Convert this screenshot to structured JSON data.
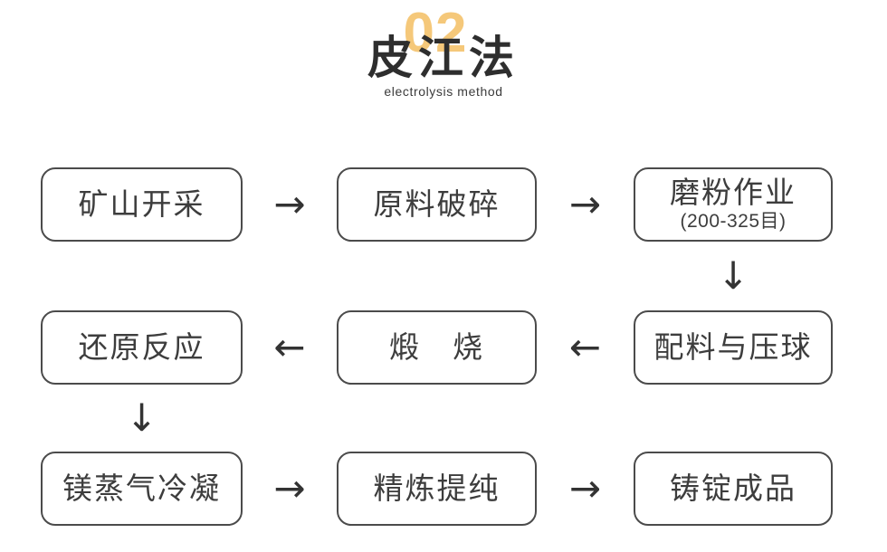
{
  "header": {
    "number": "02",
    "title": "皮江法",
    "subtitle": "electrolysis method",
    "colors": {
      "number": "#F5C87A",
      "title": "#2E2E2E",
      "subtitle": "#3B3B3B"
    }
  },
  "flow": {
    "colors": {
      "box_border": "#4B4B4B",
      "box_text": "#3D3D3D",
      "arrow": "#333333"
    },
    "boxes": [
      {
        "label": "矿山开采"
      },
      {
        "label": "原料破碎"
      },
      {
        "label": "磨粉作业",
        "sublabel": "(200-325目)"
      },
      {
        "label": "还原反应"
      },
      {
        "label": "煅　烧"
      },
      {
        "label": "配料与压球"
      },
      {
        "label": "镁蒸气冷凝"
      },
      {
        "label": "精炼提纯"
      },
      {
        "label": "铸锭成品"
      }
    ],
    "glyphs": {
      "right": "→",
      "left": "←",
      "down": "↓"
    }
  }
}
